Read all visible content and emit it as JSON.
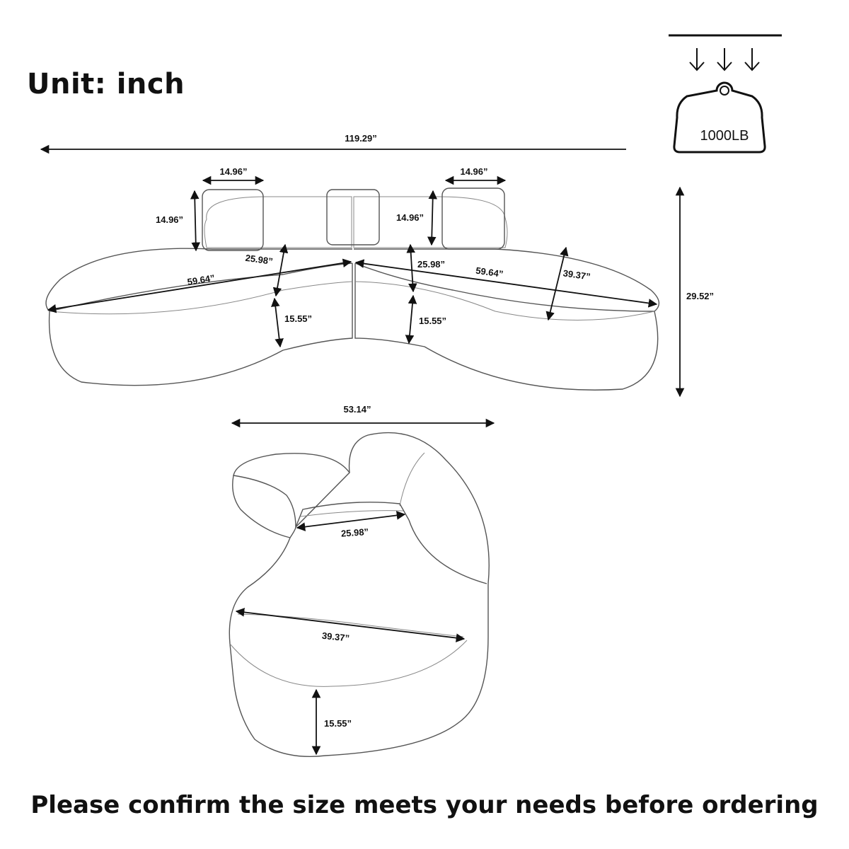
{
  "header": {
    "unit_label": "Unit: inch"
  },
  "load_badge": {
    "label": "1000LB",
    "icon": "weight-capacity-icon"
  },
  "dimensions": {
    "total_width": "119.29”",
    "pillow_width_left": "14.96”",
    "pillow_width_right": "14.96”",
    "pillow_height_left": "14.96”",
    "pillow_height_right": "14.96”",
    "seat_depth_left": "25.98”",
    "seat_depth_right": "25.98”",
    "seat_length_left": "59.64”",
    "seat_length_right": "59.64”",
    "chaise_depth": "39.37”",
    "seat_height_left": "15.55”",
    "seat_height_right": "15.55”",
    "overall_height": "29.52”",
    "module_width": "53.14”",
    "module_seat_depth": "25.98”",
    "module_chaise_depth": "39.37”",
    "module_seat_height": "15.55”"
  },
  "footer": {
    "notice": "Please confirm the size meets your needs before ordering"
  }
}
